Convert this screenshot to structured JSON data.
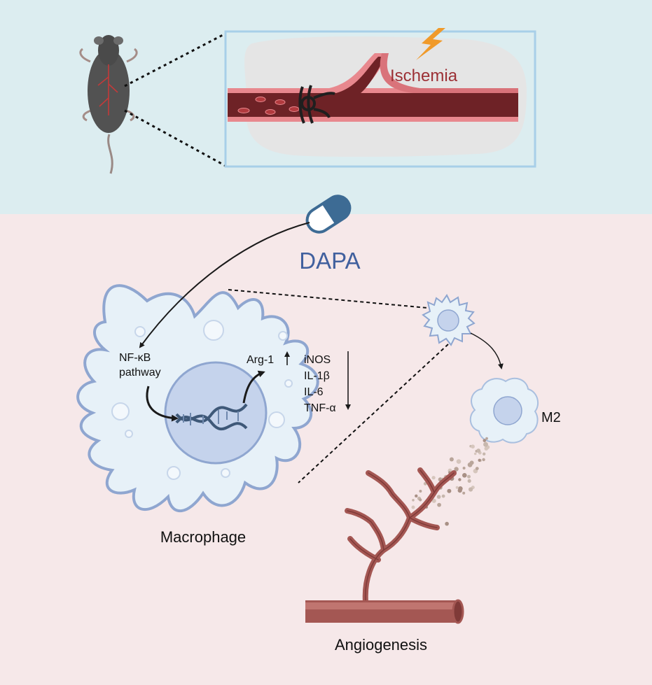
{
  "labels": {
    "ischemia": "Ischemia",
    "drug": "DAPA",
    "pathway_line1": "NF-κB",
    "pathway_line2": "pathway",
    "arg1": "Arg-1",
    "cytokines": [
      "iNOS",
      "IL-1β",
      "IL-6",
      "TNF-α"
    ],
    "macrophage": "Macrophage",
    "m2": "M2",
    "angiogenesis": "Angiogenesis"
  },
  "colors": {
    "top_panel": "#dcedf0",
    "bottom_panel": "#f6e8e9",
    "vessel_dark": "#6e2226",
    "vessel_light": "#e8888e",
    "ischemia_text": "#9c3035",
    "drug_text": "#41609e",
    "capsule": "#3d6b94",
    "cell_fill": "#e7f1f8",
    "cell_stroke": "#8fa6d0",
    "nucleus_fill": "#c5d3ec",
    "dna": "#3e5878",
    "lightning": "#f09a2a",
    "capillary": "#a45753",
    "mouse": "#525252"
  }
}
